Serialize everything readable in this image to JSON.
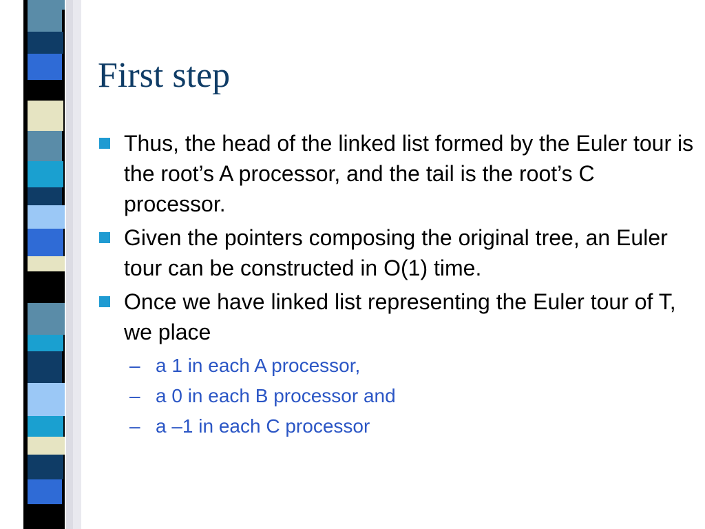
{
  "slide": {
    "title": "First step",
    "bullets": [
      {
        "text": "Thus, the head of the linked list formed by the Euler tour is the root’s A processor, and the tail is the root’s C processor."
      },
      {
        "text": "Given the pointers composing the original tree, an Euler tour can be constructed in O(1) time."
      },
      {
        "text": "Once we have linked list representing the Euler tour of T, we place"
      }
    ],
    "sub_bullets": [
      {
        "dash": "–",
        "text": "a 1 in each A processor,"
      },
      {
        "dash": "–",
        "text": "a 0 in each B processor and"
      },
      {
        "dash": "–",
        "text": "a –1 in each C processor"
      }
    ]
  },
  "colors": {
    "title": "#0f3c66",
    "bullet_marker": "#1f9bd2",
    "sub_text": "#2b56c5",
    "stripes": [
      "#5a8ca8",
      "#0f3c66",
      "#2f6bd6",
      "#000000",
      "#e6e4c2",
      "#1aa0d0",
      "#9bc8f6"
    ]
  },
  "icons": {
    "bullet_marker": "square-bullet-icon",
    "decoration": "stripe-bar-decoration"
  }
}
